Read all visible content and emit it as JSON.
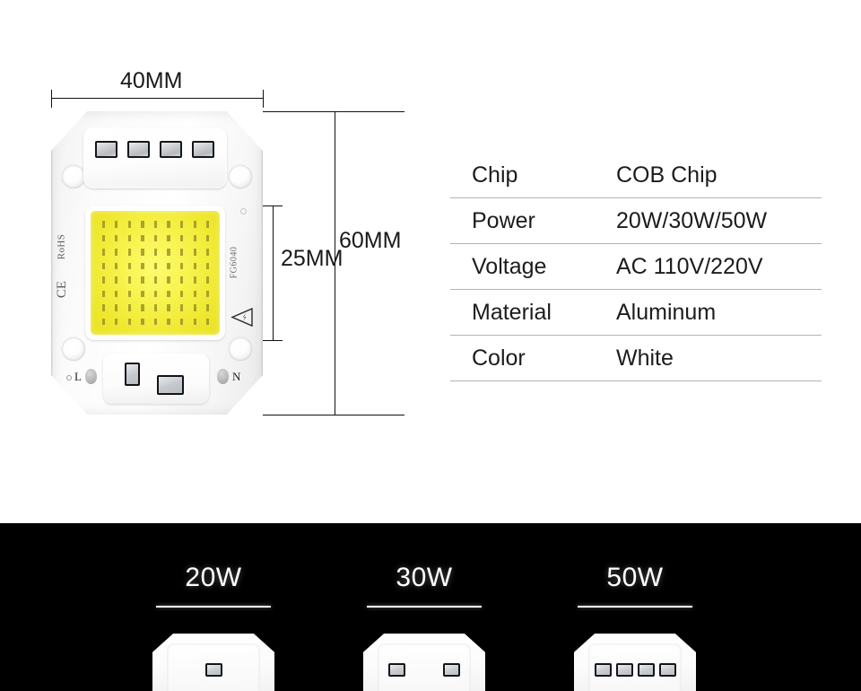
{
  "diagram": {
    "width_label": "40MM",
    "height_label": "60MM",
    "emitter_label": "25MM",
    "chip_markings": {
      "rohs": "RoHS",
      "ce": "CE",
      "model": "FG6040",
      "terminal_live": "L",
      "terminal_neutral": "N"
    }
  },
  "spec_table": {
    "rows": [
      {
        "key": "Chip",
        "value": "COB Chip"
      },
      {
        "key": "Power",
        "value": "20W/30W/50W"
      },
      {
        "key": "Voltage",
        "value": "AC 110V/220V"
      },
      {
        "key": "Material",
        "value": "Aluminum"
      },
      {
        "key": "Color",
        "value": "White"
      }
    ]
  },
  "variants": {
    "items": [
      {
        "label": "20W",
        "pads": 1
      },
      {
        "label": "30W",
        "pads": 2
      },
      {
        "label": "50W",
        "pads": 4
      }
    ]
  },
  "colors": {
    "phosphor_yellow": "#f2ec3a",
    "band_background": "#000000",
    "panel_background": "#ffffff",
    "rule_gray": "#b3b3b3",
    "text_dark": "#1c1c1c"
  }
}
